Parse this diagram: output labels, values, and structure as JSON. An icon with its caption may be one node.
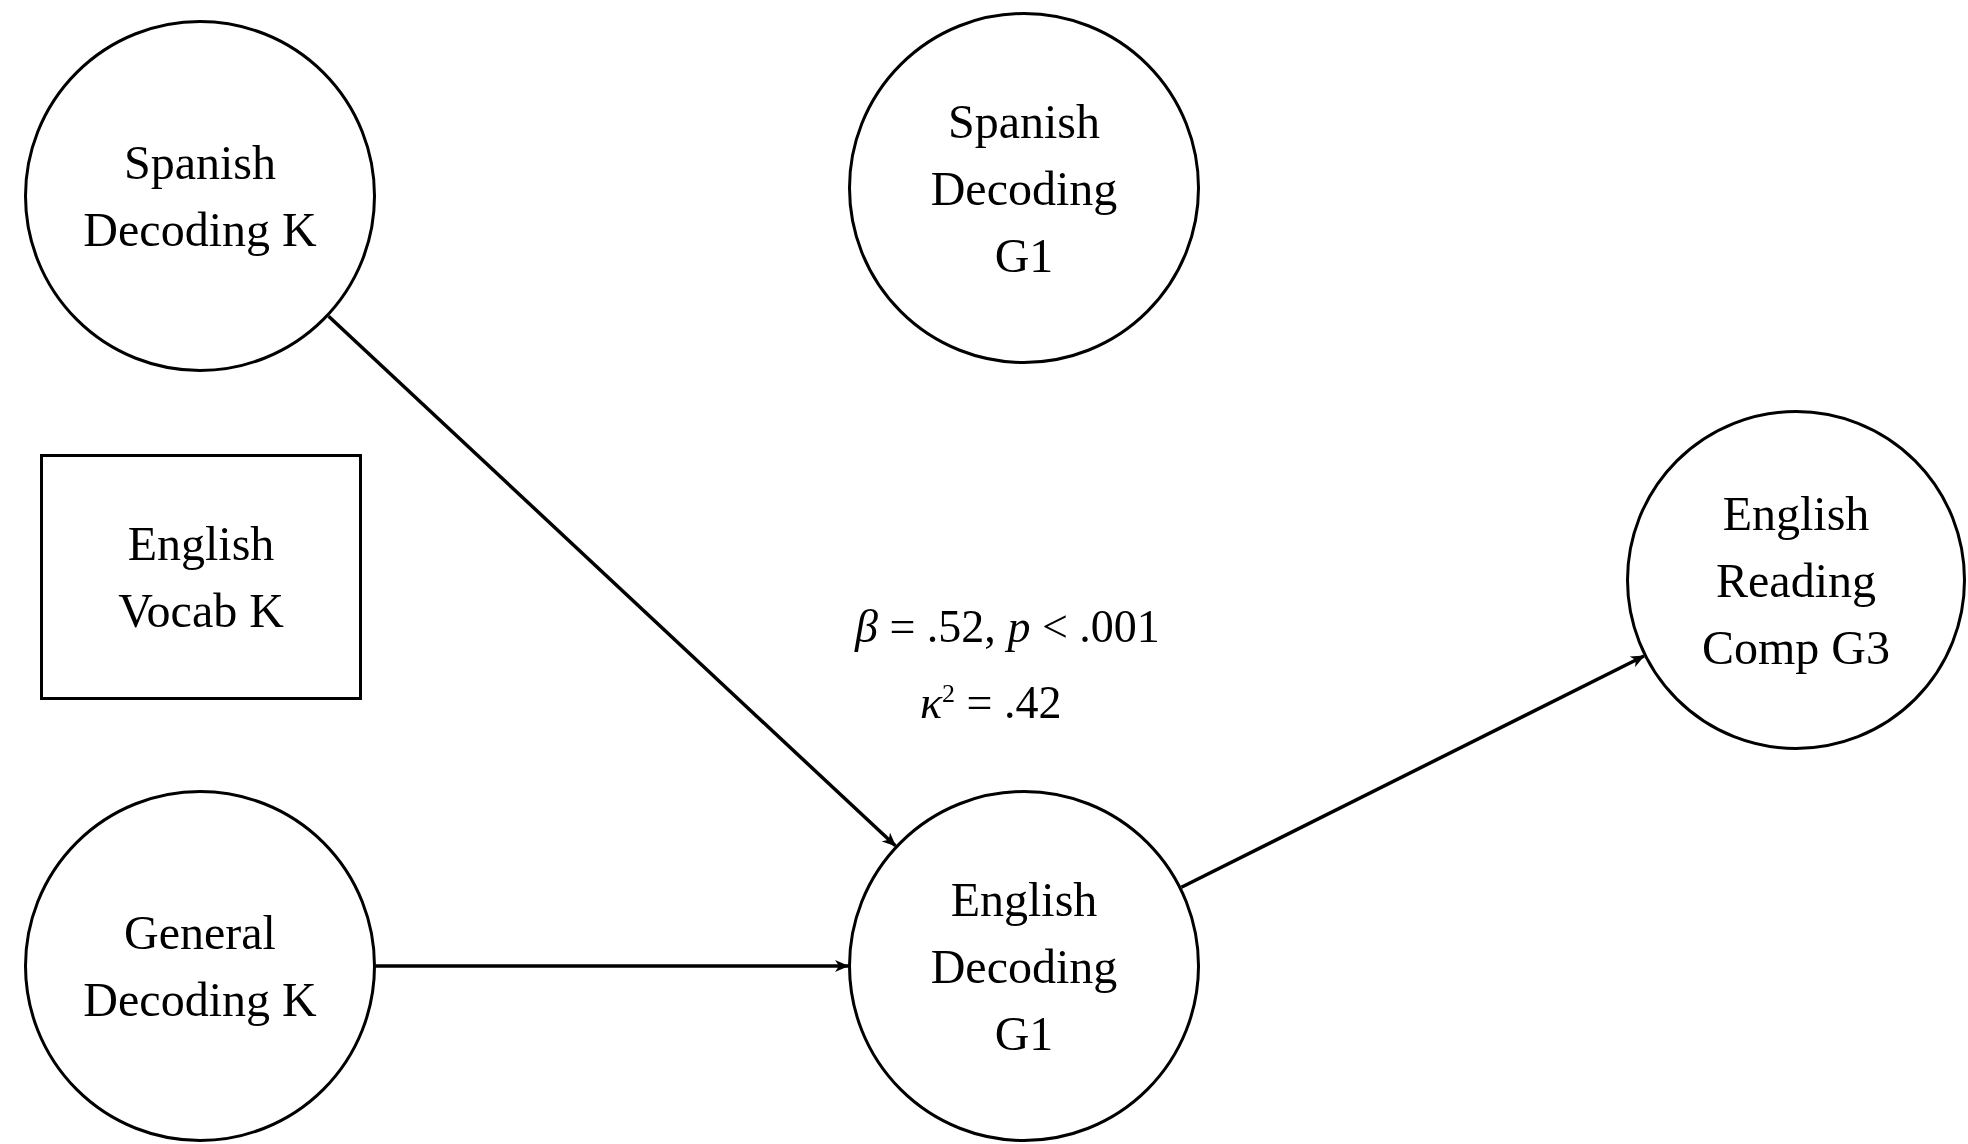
{
  "diagram": {
    "nodes": [
      {
        "text": [
          "Spanish Decoding K"
        ]
      },
      {
        "text": [
          "Spanish Decoding G1"
        ]
      },
      {
        "text": [
          "English Vocab K"
        ]
      },
      {
        "text": [
          "English Reading Comp G3"
        ]
      },
      {
        "text": [
          "General Decoding K"
        ]
      },
      {
        "text": [
          "English Decoding G1"
        ]
      }
    ],
    "edges": [
      {
        "from": 0,
        "to": 5,
        "arrow": "to"
      },
      {
        "from": 4,
        "to": 5,
        "arrow": "to"
      },
      {
        "from": 5,
        "to": 3,
        "arrow": "to"
      }
    ],
    "labels": [
      "*β* = .52, *p* < .001",
      "*κ*$^{2}$ = .42"
    ]
  }
}
